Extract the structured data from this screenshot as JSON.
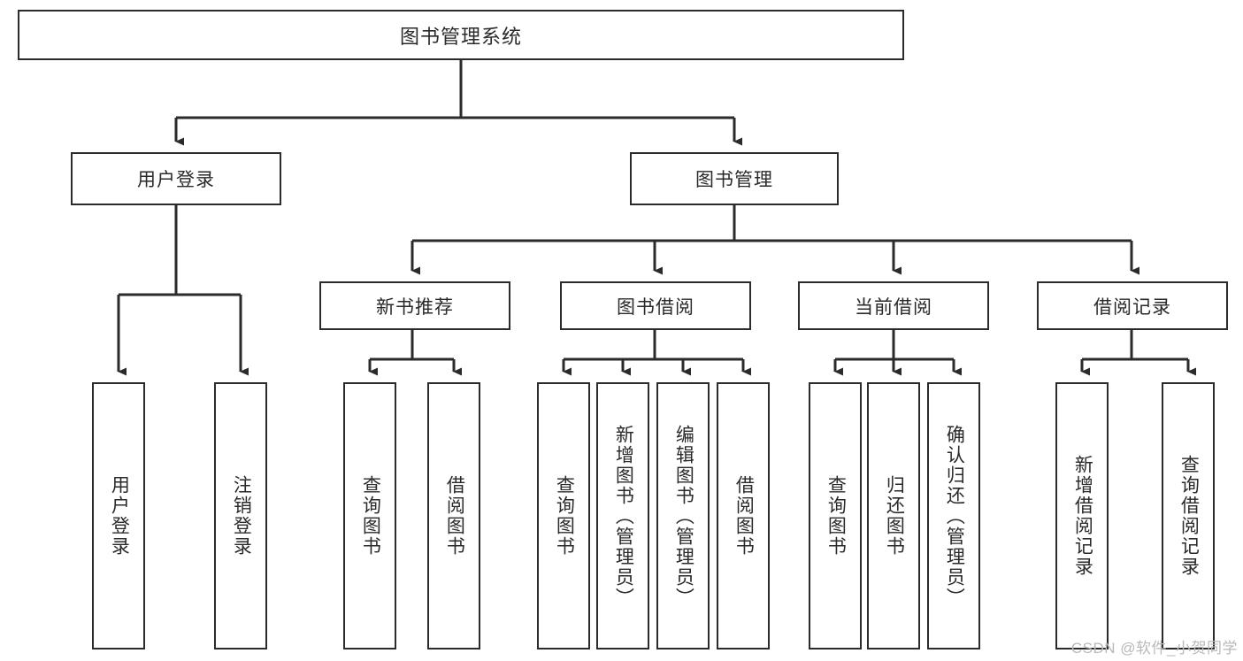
{
  "diagram": {
    "type": "tree-hierarchy",
    "title": "图书管理系统",
    "root": {
      "label": "图书管理系统"
    },
    "level2": [
      {
        "label": "用户登录"
      },
      {
        "label": "图书管理"
      }
    ],
    "level3": [
      {
        "label": "新书推荐"
      },
      {
        "label": "图书借阅"
      },
      {
        "label": "当前借阅"
      },
      {
        "label": "借阅记录"
      }
    ],
    "leaves": {
      "user_login": [
        {
          "label": "用户登录"
        },
        {
          "label": "注销登录"
        }
      ],
      "new_book_recommend": [
        {
          "label": "查询图书"
        },
        {
          "label": "借阅图书"
        }
      ],
      "book_borrow": [
        {
          "label": "查询图书"
        },
        {
          "label": "新增图书（管理员）"
        },
        {
          "label": "编辑图书（管理员）"
        },
        {
          "label": "借阅图书"
        }
      ],
      "current_borrow": [
        {
          "label": "查询图书"
        },
        {
          "label": "归还图书"
        },
        {
          "label": "确认归还（管理员）"
        }
      ],
      "borrow_records": [
        {
          "label": "新增借阅记录"
        },
        {
          "label": "查询借阅记录"
        }
      ]
    }
  },
  "watermark": {
    "text": "CSDN @软件_小贺同学"
  },
  "colors": {
    "border": "#2b2b2b",
    "text": "#2a2a2a",
    "background": "#ffffff",
    "watermark": "#b9b9b9"
  }
}
